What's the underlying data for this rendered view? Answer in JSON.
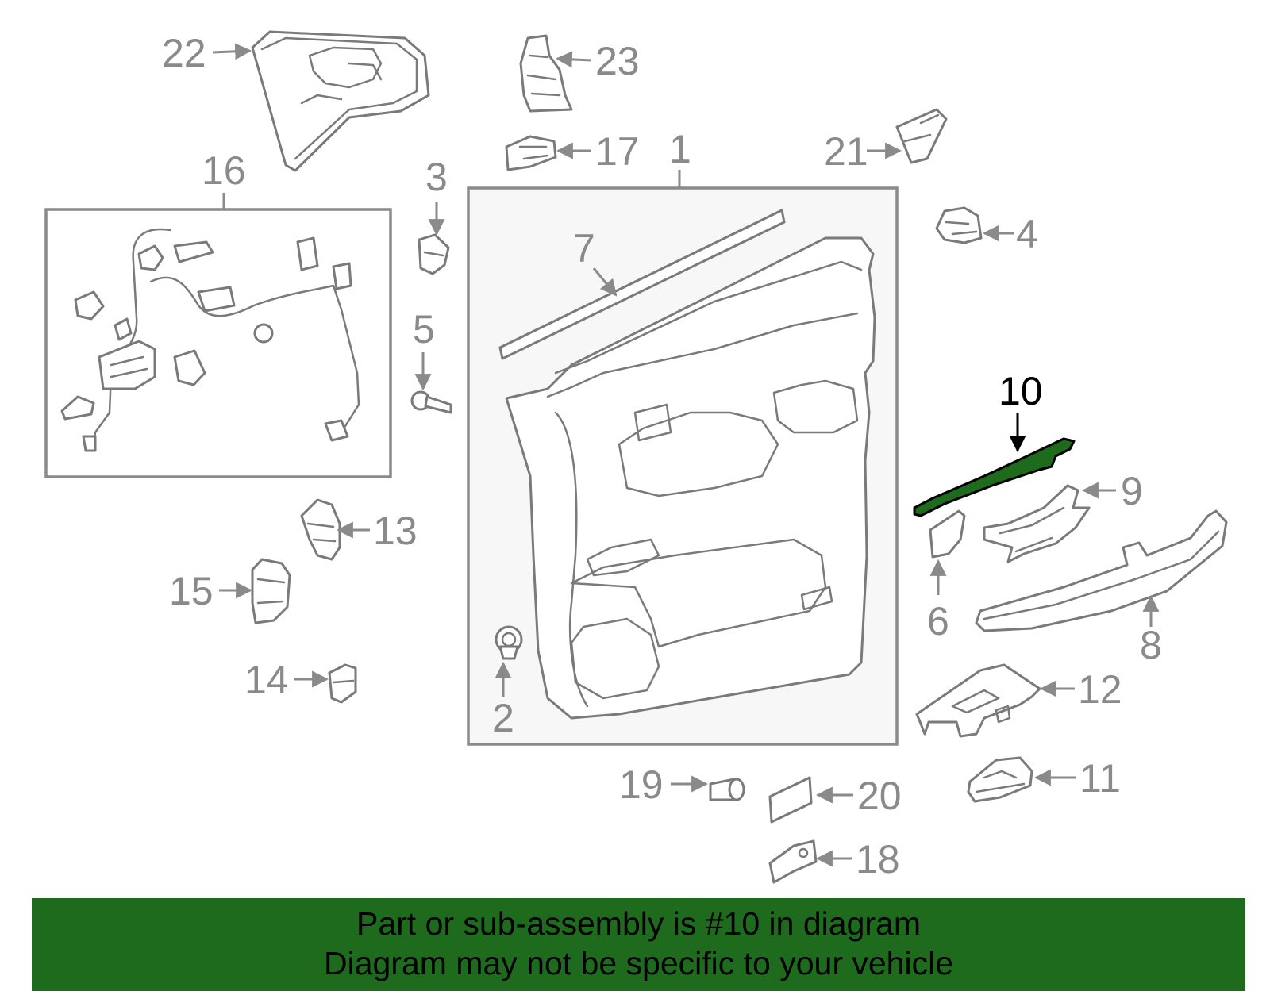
{
  "diagram": {
    "highlight_color": "#1e6b1e",
    "highlighted_part": "10",
    "callouts": {
      "p1": "1",
      "p2": "2",
      "p3": "3",
      "p4": "4",
      "p5": "5",
      "p6": "6",
      "p7": "7",
      "p8": "8",
      "p9": "9",
      "p10": "10",
      "p11": "11",
      "p12": "12",
      "p13": "13",
      "p14": "14",
      "p15": "15",
      "p16": "16",
      "p17": "17",
      "p18": "18",
      "p19": "19",
      "p20": "20",
      "p21": "21",
      "p22": "22",
      "p23": "23"
    }
  },
  "banner": {
    "line1": "Part or sub-assembly is #10 in diagram",
    "line2": "Diagram may not be specific to your vehicle"
  }
}
